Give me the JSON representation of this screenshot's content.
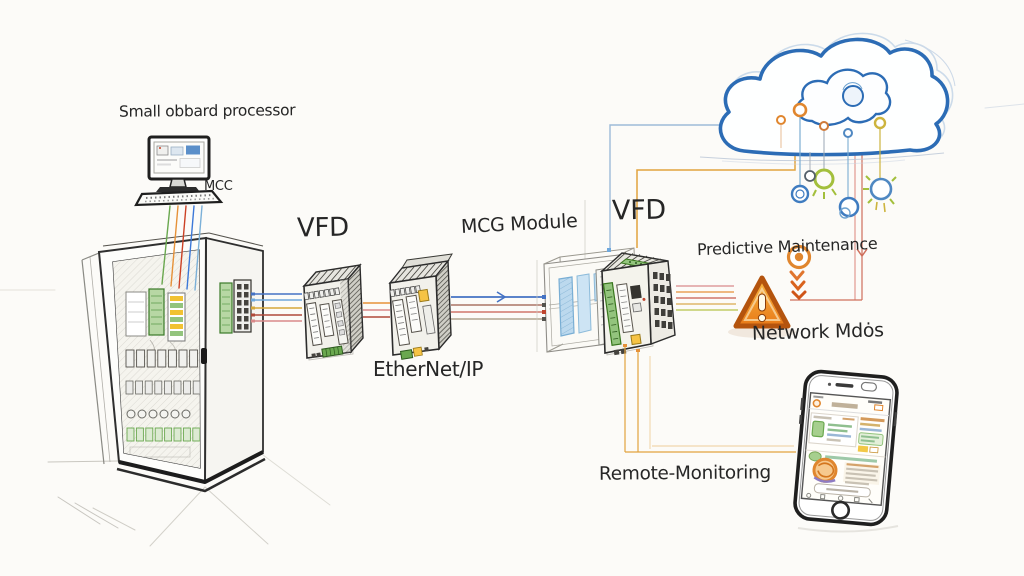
{
  "labels": {
    "processor": "Small obbard processor",
    "mcc": "MCC",
    "vfd1": "VFD",
    "ethernet": "EtherNet/IP",
    "mcg_module": "MCG Module",
    "vfd2": "VFD",
    "predictive_maintenance": "Predictive Maintenance",
    "network_nodes": "Network Mdȯs",
    "remote_monitoring": "Remote-Monitoring"
  },
  "nodes": [
    {
      "id": "workstation",
      "label": "Small obbard processor",
      "sublabel": "MCC",
      "type": "monitor-keyboard-sketch"
    },
    {
      "id": "mcc-cabinet",
      "label": "",
      "type": "electrical-enclosure-sketch"
    },
    {
      "id": "vfd-1",
      "label": "VFD",
      "type": "drive-module"
    },
    {
      "id": "ethernet-module",
      "label": "EtherNet/IP",
      "type": "network-module"
    },
    {
      "id": "mcg-module",
      "label": "MCG Module",
      "type": "io-chassis"
    },
    {
      "id": "vfd-2",
      "label": "VFD",
      "type": "drive-module"
    },
    {
      "id": "cloud",
      "label": "",
      "type": "cloud-with-iot-nodes"
    },
    {
      "id": "alert",
      "label": "Predictive Maintenance",
      "type": "warning-triangle"
    },
    {
      "id": "network-label",
      "label": "Network Mdȯs",
      "type": "text"
    },
    {
      "id": "smartphone",
      "label": "Remote-Monitoring",
      "type": "mobile-app"
    }
  ],
  "connections": [
    {
      "from": "workstation",
      "to": "mcc-cabinet",
      "style": "five colored wires (green/orange/red/blue/light-blue)"
    },
    {
      "from": "mcc-cabinet",
      "to": "vfd-1",
      "style": "five colored wires"
    },
    {
      "from": "vfd-1",
      "to": "ethernet-module",
      "style": "orange/pink/red wires"
    },
    {
      "from": "ethernet-module",
      "to": "mcg-module",
      "style": "blue arrow + red/brown wires"
    },
    {
      "from": "vfd-2",
      "to": "cloud",
      "style": "light-blue elbow line"
    },
    {
      "from": "vfd-2",
      "to": "cloud",
      "style": "orange elbow line"
    },
    {
      "from": "cloud",
      "to": "alert",
      "style": "two red drop lines with arrow"
    },
    {
      "from": "vfd-2",
      "to": "alert",
      "style": "red/orange/yellow wires"
    },
    {
      "from": "vfd-2",
      "to": "smartphone",
      "style": "orange elbow lines"
    }
  ],
  "icons": [
    "monitor-icon",
    "keyboard-icon",
    "cabinet-icon",
    "drive-icon",
    "cloud-icon",
    "iot-node-icon",
    "warning-triangle-icon",
    "target-icon",
    "chevron-down-icon",
    "smartphone-icon",
    "home-button-icon"
  ],
  "colors": {
    "background": "#fcfbf8",
    "ink": "#2b2b2b",
    "cloud_blue": "#2c6cb5",
    "wire_green": "#6aa84f",
    "wire_orange": "#e69138",
    "wire_red": "#c0452e",
    "wire_blue": "#4472c4",
    "wire_lightblue": "#6fa8dc",
    "wire_yellow": "#d5a83a",
    "wire_pink": "#d98a8a",
    "alert_orange": "#e87a18",
    "panel_blue": "#bcd9ee",
    "pcb_green": "#93c47d"
  }
}
